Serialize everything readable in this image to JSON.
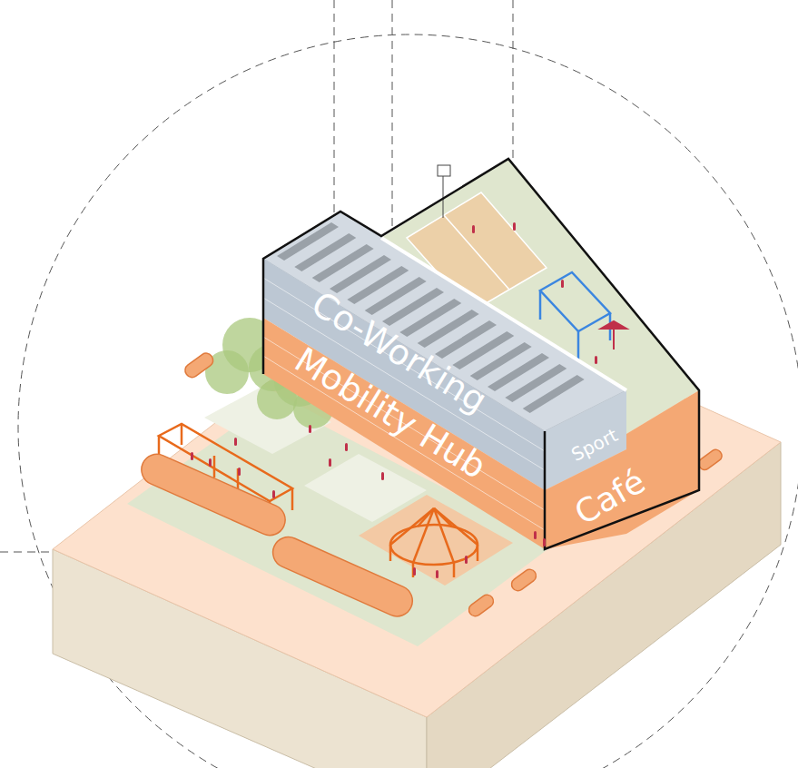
{
  "diagram": {
    "labels": [
      "Co-Working",
      "Mobility Hub",
      "Sport",
      "Café"
    ]
  }
}
